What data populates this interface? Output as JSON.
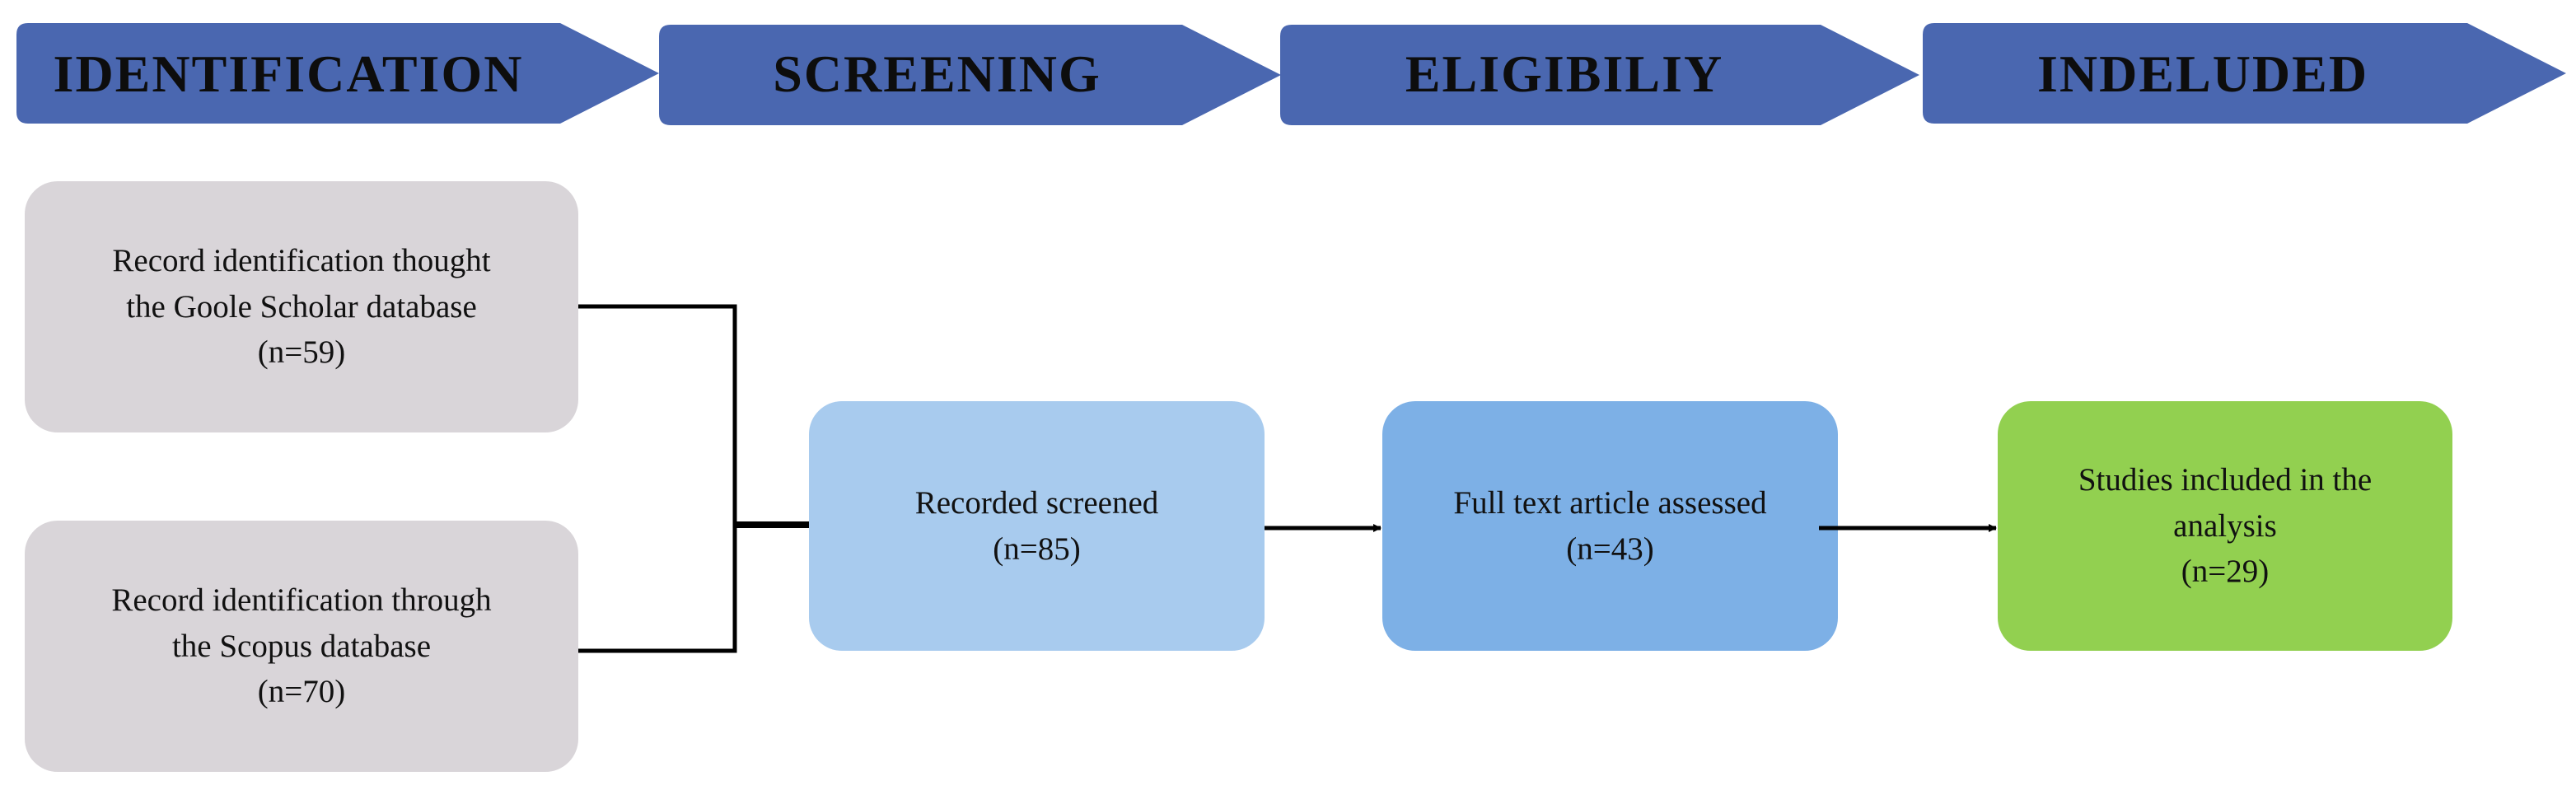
{
  "stages": [
    {
      "label": "IDENTIFICATION"
    },
    {
      "label": "SCREENING"
    },
    {
      "label": "ELIGIBILIY"
    },
    {
      "label": "INDELUDED"
    }
  ],
  "boxes": {
    "google": {
      "line1": "Record identification thought",
      "line2": "the Goole Scholar database",
      "count": "(n=59)"
    },
    "scopus": {
      "line1": "Record identification through",
      "line2": "the Scopus database",
      "count": "(n=70)"
    },
    "screened": {
      "line1": "Recorded screened",
      "count": "(n=85)"
    },
    "fulltext": {
      "line1": "Full text article assessed",
      "count": "(n=43)"
    },
    "included": {
      "line1": "Studies included in the",
      "line2": "analysis",
      "count": "(n=29)"
    }
  },
  "colors": {
    "stage_banner": "#4a67b0",
    "source_box": "#d9d5d9",
    "screened_box": "#a8cbee",
    "fulltext_box": "#7db0e6",
    "included_box": "#92d050",
    "connector": "#000000"
  }
}
